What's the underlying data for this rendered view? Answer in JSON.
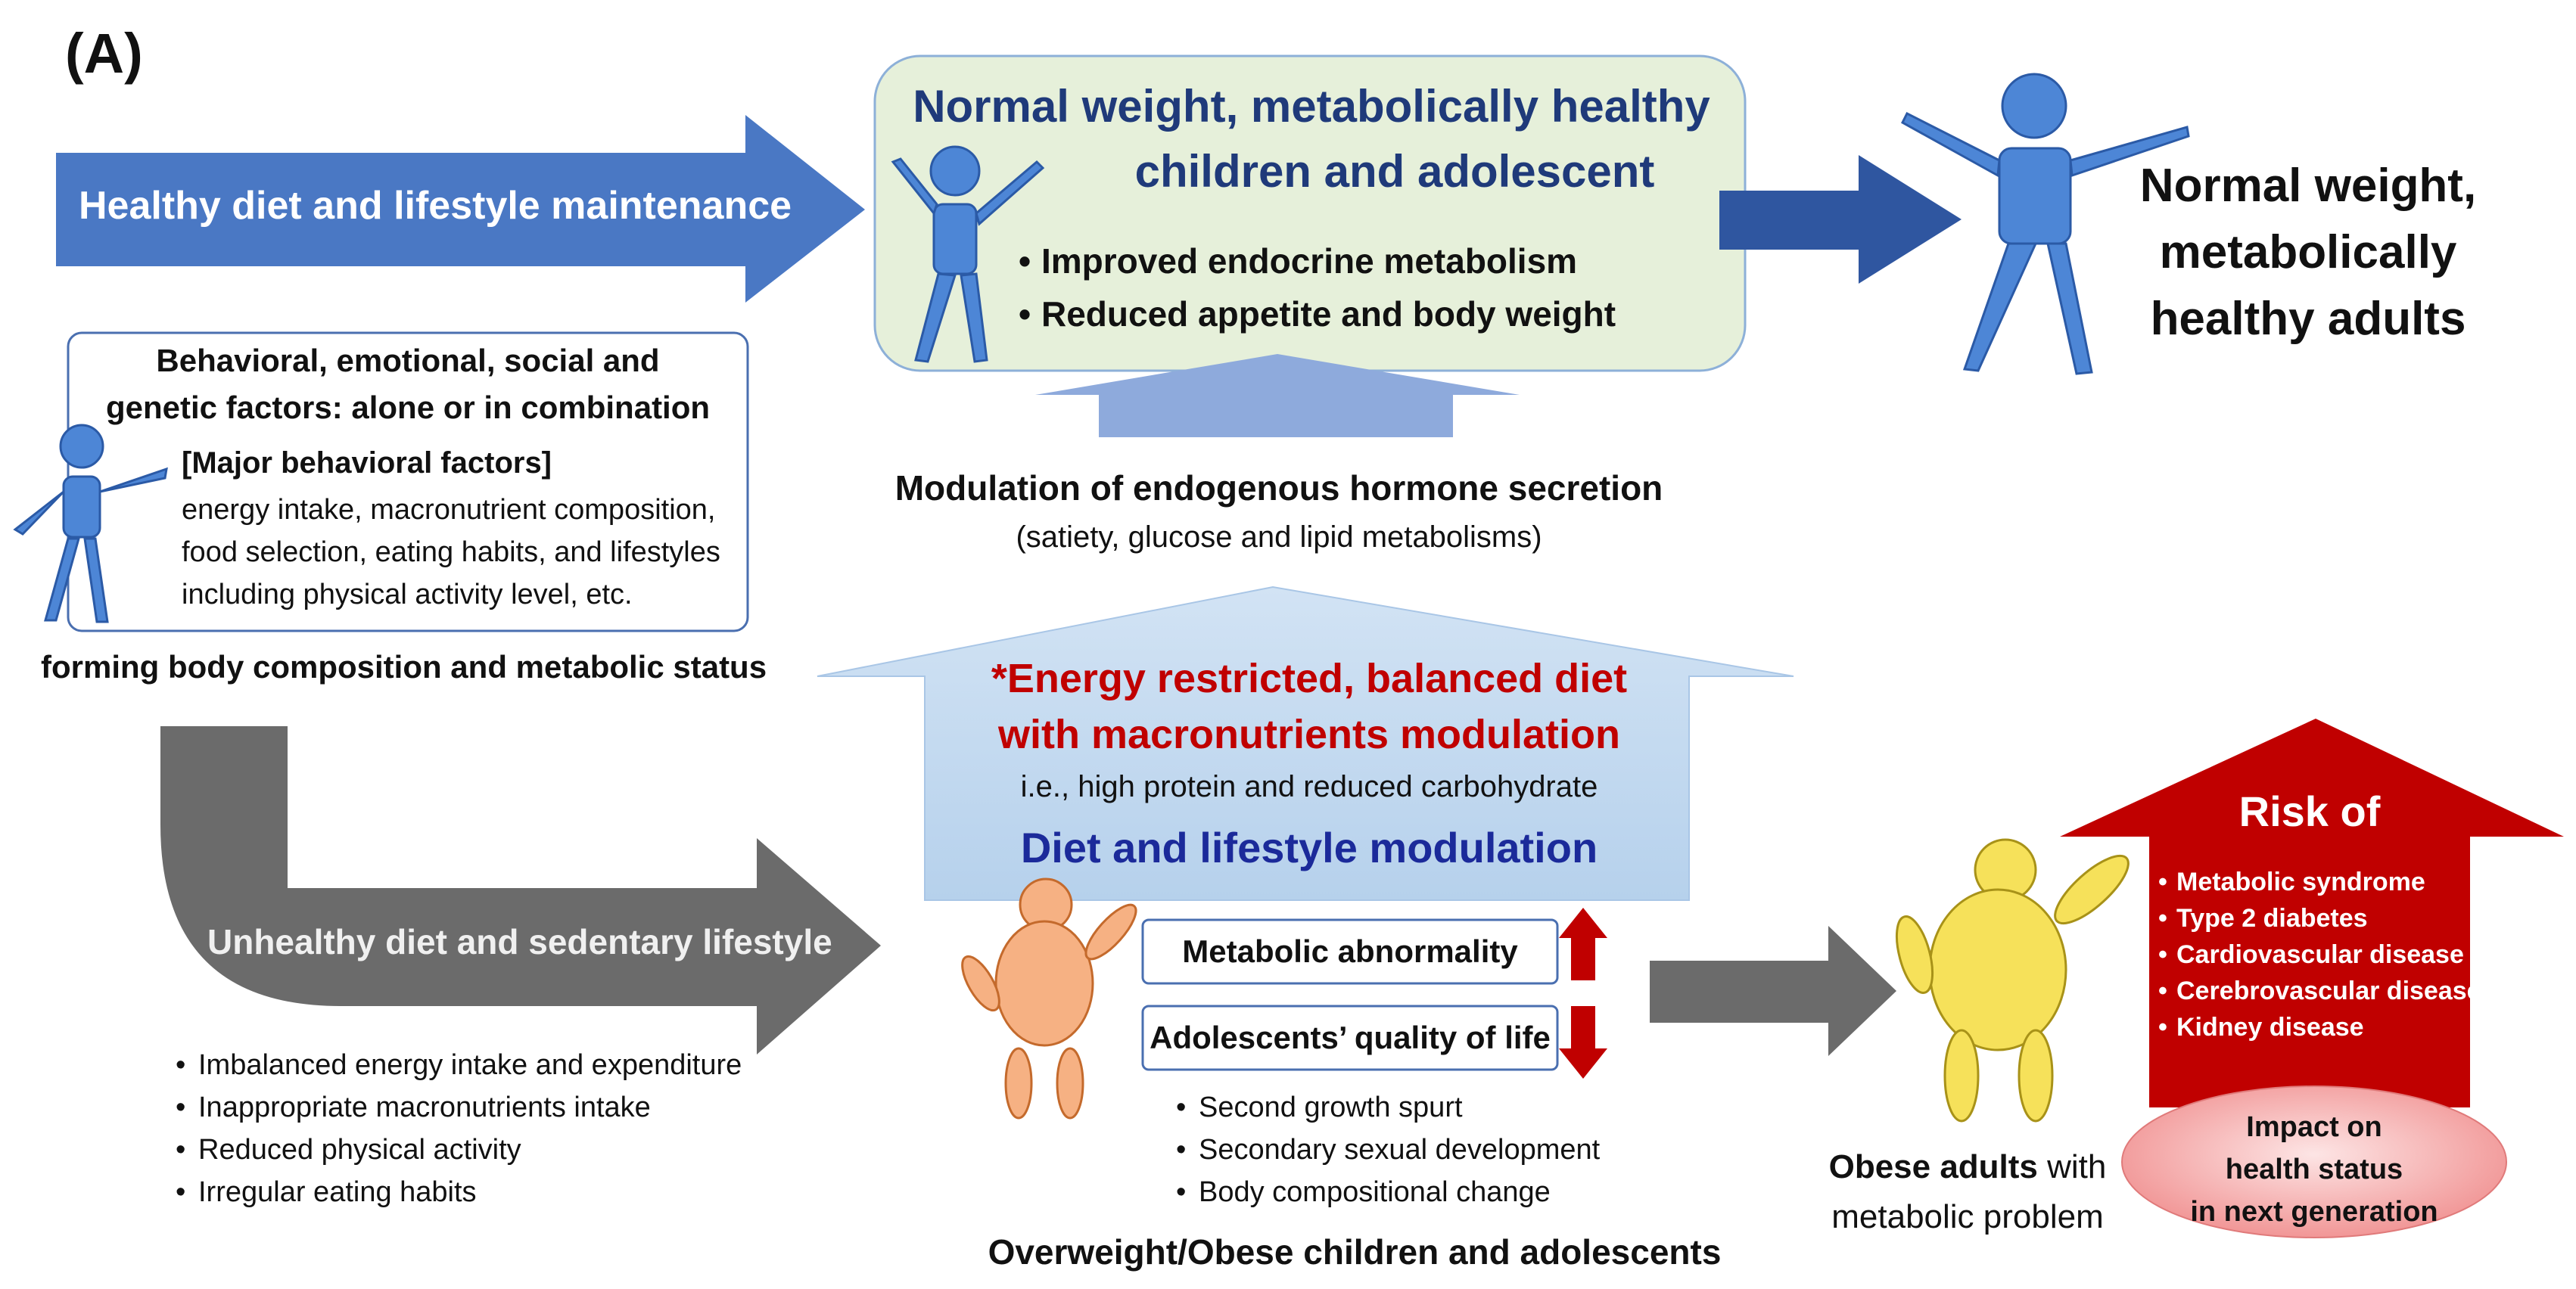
{
  "panel_label": "(A)",
  "top": {
    "healthy_arrow_label": "Healthy diet and lifestyle maintenance",
    "box_title_line1": "Normal weight, metabolically healthy",
    "box_title_line2": "children and adolescent",
    "box_bullets": [
      "Improved endocrine metabolism",
      "Reduced appetite and body weight"
    ],
    "adults_line1": "Normal weight,",
    "adults_line2": "metabolically",
    "adults_line3": "healthy adults"
  },
  "factors": {
    "title_line1": "Behavioral, emotional, social and",
    "title_line2": "genetic factors: alone or in combination",
    "subhead": "[Major behavioral factors]",
    "lines": [
      "energy intake, macronutrient composition,",
      "food  selection, eating habits, and lifestyles",
      "including  physical activity level, etc."
    ],
    "caption": "forming body composition and metabolic status"
  },
  "modulation": {
    "title": "Modulation of endogenous hormone secretion",
    "subtitle": "(satiety, glucose and lipid metabolisms)"
  },
  "diet": {
    "line1": "*Energy restricted, balanced diet",
    "line2": "with macronutrients modulation",
    "line3": "i.e., high protein and reduced carbohydrate",
    "line4": "Diet and lifestyle modulation"
  },
  "unhealthy": {
    "arrow_label": "Unhealthy diet and sedentary lifestyle",
    "bullets": [
      "Imbalanced energy intake and expenditure",
      "Inappropriate macronutrients intake",
      "Reduced physical activity",
      "Irregular eating habits"
    ]
  },
  "children": {
    "box1": "Metabolic abnormality",
    "box2": "Adolescents’ quality of life",
    "bullets": [
      "Second growth spurt",
      "Secondary sexual development",
      "Body compositional change"
    ],
    "caption": "Overweight/Obese children and adolescents"
  },
  "obese": {
    "bold": "Obese adults",
    "rest1": " with",
    "rest2": "metabolic problem"
  },
  "risk": {
    "title": "Risk of",
    "items": [
      "Metabolic syndrome",
      "Type 2 diabetes",
      "Cardiovascular disease",
      "Cerebrovascular disease",
      "Kidney disease"
    ]
  },
  "impact": {
    "line1": "Impact on",
    "line2": "health status",
    "line3": "in next generation"
  },
  "colors": {
    "blue_arrow": "#4a78c4",
    "dark_blue_arrow": "#2f56a0",
    "green_box": "#e6f0da",
    "light_blue": "#bcd6ee",
    "gray_arrow": "#6b6b6b",
    "risk_red": "#c00000",
    "impact_pink": "#f4a8a8",
    "figure_blue": "#4d86d6",
    "figure_orange": "#f6b183",
    "figure_yellow": "#f6e15a"
  }
}
